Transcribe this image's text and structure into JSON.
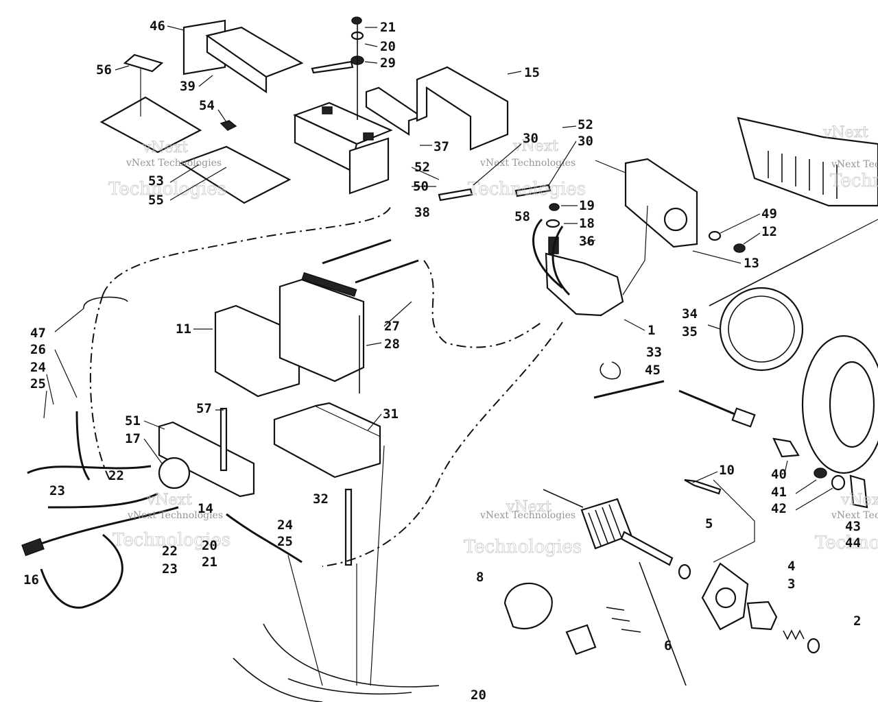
{
  "diagram": {
    "watermark": {
      "line1": "vNext",
      "line2": "Technologies",
      "full": "vNext Technologies"
    },
    "callouts": [
      {
        "id": "c46",
        "text": "46"
      },
      {
        "id": "c56",
        "text": "56"
      },
      {
        "id": "c39",
        "text": "39"
      },
      {
        "id": "c54",
        "text": "54"
      },
      {
        "id": "c53",
        "text": "53"
      },
      {
        "id": "c55",
        "text": "55"
      },
      {
        "id": "c21a",
        "text": "21"
      },
      {
        "id": "c20a",
        "text": "20"
      },
      {
        "id": "c29",
        "text": "29"
      },
      {
        "id": "c15",
        "text": "15"
      },
      {
        "id": "c37",
        "text": "37"
      },
      {
        "id": "c30a",
        "text": "30"
      },
      {
        "id": "c52a",
        "text": "52"
      },
      {
        "id": "c30b",
        "text": "30"
      },
      {
        "id": "c52b",
        "text": "52"
      },
      {
        "id": "c50",
        "text": "50"
      },
      {
        "id": "c38",
        "text": "38"
      },
      {
        "id": "c58",
        "text": "58"
      },
      {
        "id": "c19",
        "text": "19"
      },
      {
        "id": "c18",
        "text": "18"
      },
      {
        "id": "c36",
        "text": "36"
      },
      {
        "id": "c49",
        "text": "49"
      },
      {
        "id": "c12",
        "text": "12"
      },
      {
        "id": "c13",
        "text": "13"
      },
      {
        "id": "c47",
        "text": "47"
      },
      {
        "id": "c26",
        "text": "26"
      },
      {
        "id": "c24a",
        "text": "24"
      },
      {
        "id": "c25a",
        "text": "25"
      },
      {
        "id": "c11",
        "text": "11"
      },
      {
        "id": "c27",
        "text": "27"
      },
      {
        "id": "c28",
        "text": "28"
      },
      {
        "id": "c1",
        "text": "1"
      },
      {
        "id": "c34",
        "text": "34"
      },
      {
        "id": "c35",
        "text": "35"
      },
      {
        "id": "c33",
        "text": "33"
      },
      {
        "id": "c45",
        "text": "45"
      },
      {
        "id": "c57",
        "text": "57"
      },
      {
        "id": "c31",
        "text": "31"
      },
      {
        "id": "c51",
        "text": "51"
      },
      {
        "id": "c17",
        "text": "17"
      },
      {
        "id": "c22a",
        "text": "22"
      },
      {
        "id": "c23a",
        "text": "23"
      },
      {
        "id": "c14",
        "text": "14"
      },
      {
        "id": "c32",
        "text": "32"
      },
      {
        "id": "c24b",
        "text": "24"
      },
      {
        "id": "c25b",
        "text": "25"
      },
      {
        "id": "c20b",
        "text": "20"
      },
      {
        "id": "c21b",
        "text": "21"
      },
      {
        "id": "c22b",
        "text": "22"
      },
      {
        "id": "c23b",
        "text": "23"
      },
      {
        "id": "c16",
        "text": "16"
      },
      {
        "id": "c10",
        "text": "10"
      },
      {
        "id": "c40",
        "text": "40"
      },
      {
        "id": "c41",
        "text": "41"
      },
      {
        "id": "c42",
        "text": "42"
      },
      {
        "id": "c43",
        "text": "43"
      },
      {
        "id": "c44",
        "text": "44"
      },
      {
        "id": "c5",
        "text": "5"
      },
      {
        "id": "c4",
        "text": "4"
      },
      {
        "id": "c3",
        "text": "3"
      },
      {
        "id": "c2",
        "text": "2"
      },
      {
        "id": "c8",
        "text": "8"
      },
      {
        "id": "c6",
        "text": "6"
      },
      {
        "id": "c20c",
        "text": "20"
      }
    ]
  }
}
